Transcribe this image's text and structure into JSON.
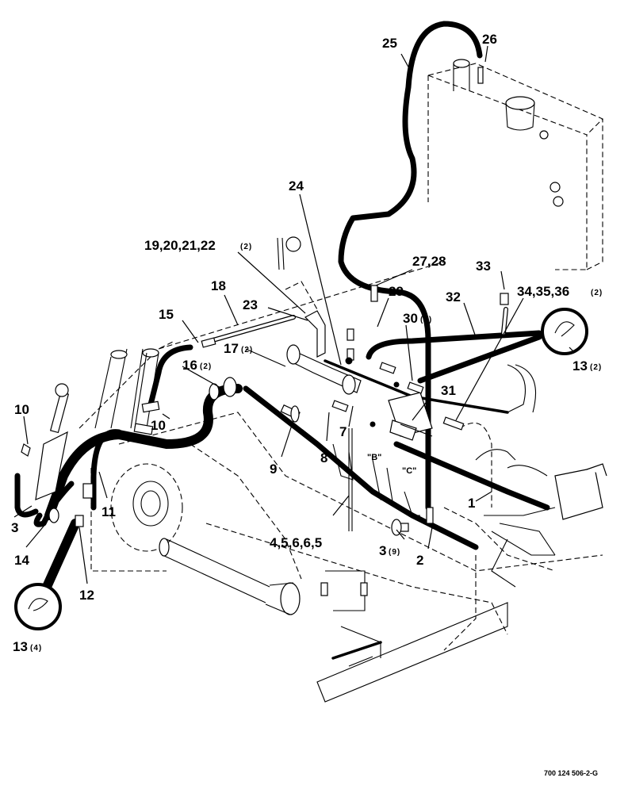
{
  "callouts": {
    "c1": "1",
    "c2": "2",
    "c3a": "3",
    "c3b": "3",
    "c3b_qty": "(9)",
    "c4": "4,5,6,6,5",
    "c7": "7",
    "c8": "8",
    "c9": "9",
    "c10a": "10",
    "c10b": "10",
    "c11": "11",
    "c12": "12",
    "c13a": "13",
    "c13a_qty": "(2)",
    "c13b": "13",
    "c13b_qty": "(4)",
    "c14": "14",
    "c15": "15",
    "c16": "16",
    "c16_qty": "(2)",
    "c17": "17",
    "c17_qty": "(2)",
    "c18": "18",
    "c19": "19,20,21,22",
    "c19_qty": "(2)",
    "c23": "23",
    "c24": "24",
    "c25": "25",
    "c26": "26",
    "c27": "27,28",
    "c29": "29",
    "c30": "30",
    "c30_qty": "(2)",
    "c31": "31",
    "c32": "32",
    "c33": "33",
    "c34": "34,35,36",
    "c34_qty": "(2)"
  },
  "views": {
    "b": "\"B\"",
    "c": "\"C\""
  },
  "doc_number": "700 124 506-2-G"
}
